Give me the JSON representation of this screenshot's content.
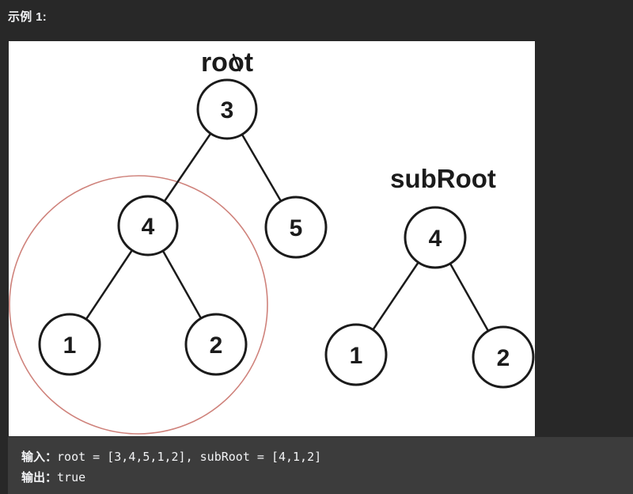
{
  "page": {
    "example_label": "示例 1:"
  },
  "diagram": {
    "root_tree": {
      "label": "root",
      "array": "[3,4,5,1,2]",
      "nodes": [
        {
          "value": "3"
        },
        {
          "value": "4"
        },
        {
          "value": "5"
        },
        {
          "value": "1"
        },
        {
          "value": "2"
        }
      ]
    },
    "subroot_tree": {
      "label": "subRoot",
      "array": "[4,1,2]",
      "nodes": [
        {
          "value": "4"
        },
        {
          "value": "1"
        },
        {
          "value": "2"
        }
      ]
    },
    "highlight_color": "#cf827b",
    "node_stroke_color": "#1b1b1b"
  },
  "io_block": {
    "input_label": "输入：",
    "input_value": "root = [3,4,5,1,2], subRoot = [4,1,2]",
    "output_label": "输出：",
    "output_value": "true"
  }
}
